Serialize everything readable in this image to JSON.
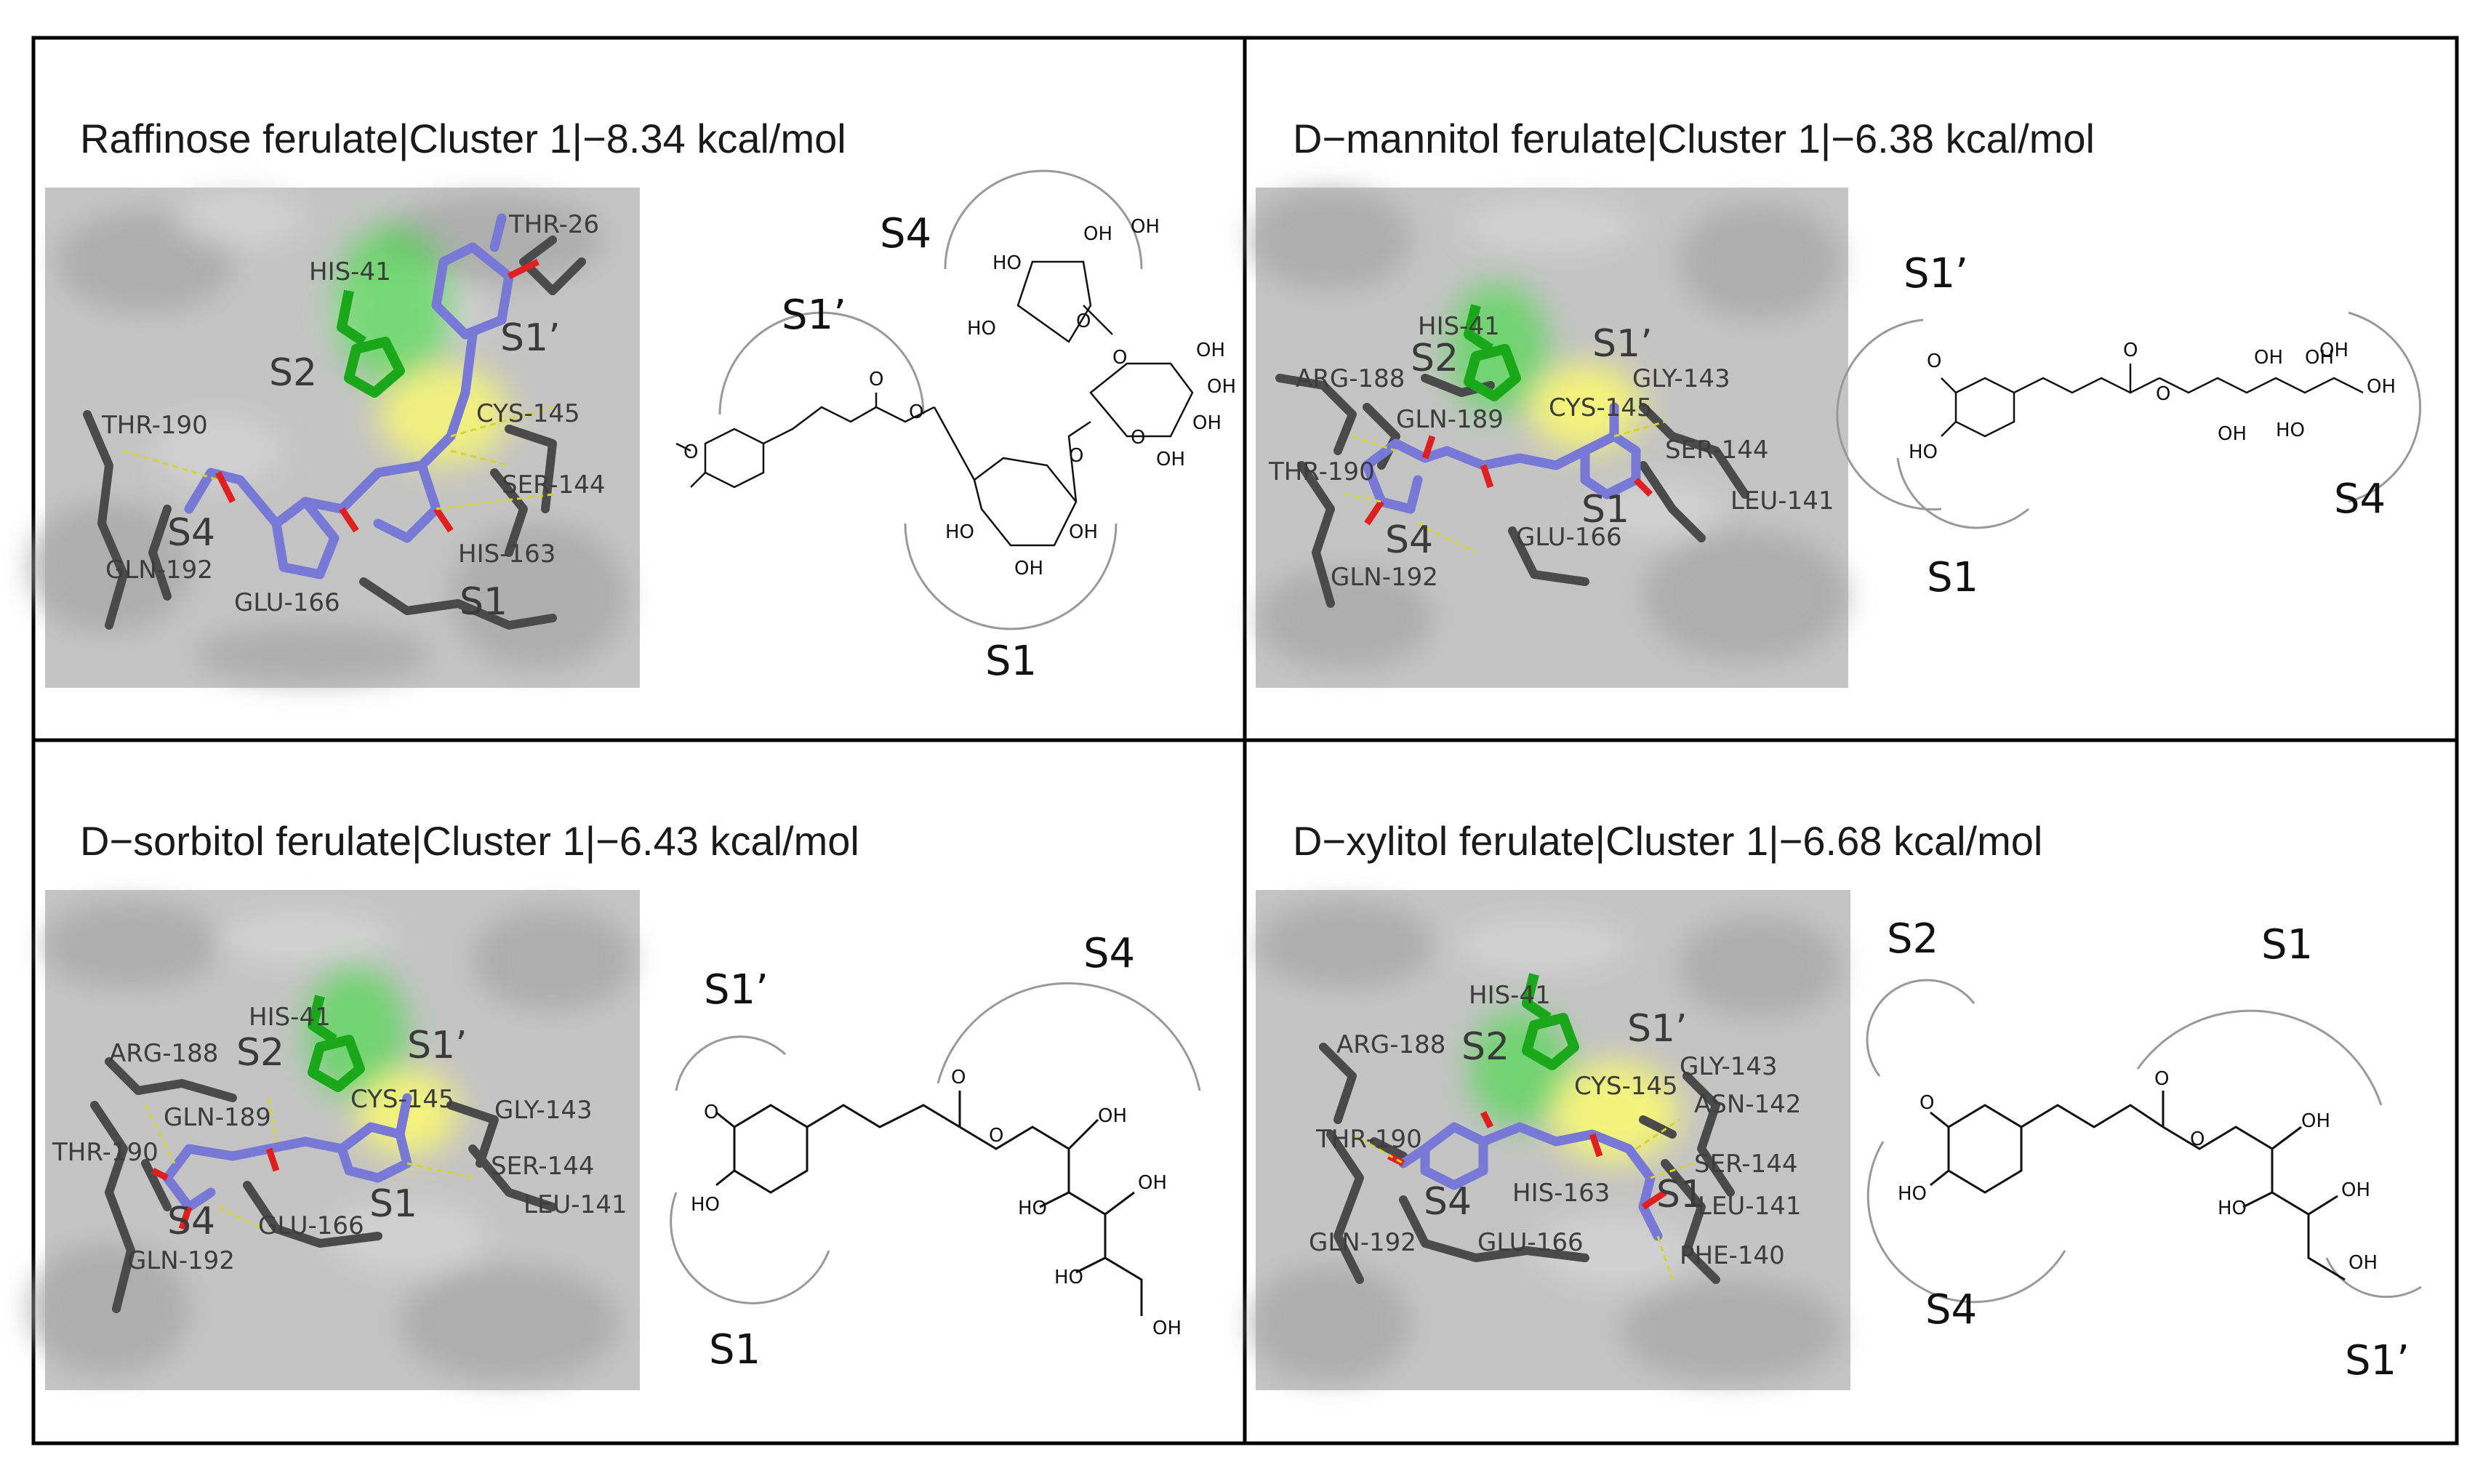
{
  "colors": {
    "surface": "#b9b9b9",
    "surface_dark": "#9d9d9d",
    "ligand": "#7878d6",
    "his41": "#1aa81a",
    "cys145_glow": "#ffff6a",
    "residue": "#4a4a4a",
    "oxygen": "#e02020",
    "border": "#000000"
  },
  "panels": [
    {
      "title": "Raffinose ferulate|Cluster 1|−8.34 kcal/mol",
      "residues": [
        "THR-26",
        "HIS-41",
        "CYS-145",
        "THR-190",
        "SER-144",
        "HIS-163",
        "GLN-192",
        "GLU-166"
      ],
      "sites_3d": [
        "S2",
        "S1’",
        "S4",
        "S1"
      ],
      "sites_2d": [
        "S4",
        "S1’",
        "S1"
      ],
      "atoms": [
        "O",
        "OH",
        "OH",
        "HO",
        "O",
        "OH",
        "OH",
        "O",
        "O",
        "HO",
        "OH",
        "OH",
        "O",
        "OH",
        "OH",
        "HO",
        "O",
        "O"
      ]
    },
    {
      "title": "D−mannitol ferulate|Cluster 1|−6.38 kcal/mol",
      "residues": [
        "HIS-41",
        "ARG-188",
        "GLN-189",
        "THR-190",
        "GLY-143",
        "CYS-145",
        "SER-144",
        "LEU-141",
        "GLU-166",
        "GLN-192"
      ],
      "sites_3d": [
        "S2",
        "S1’",
        "S4",
        "S1"
      ],
      "sites_2d": [
        "S1’",
        "S1",
        "S4"
      ],
      "atoms": [
        "O",
        "HO",
        "O",
        "O",
        "OH",
        "OH",
        "OH",
        "OH",
        "HO",
        "OH"
      ]
    },
    {
      "title": "D−sorbitol ferulate|Cluster 1|−6.43 kcal/mol",
      "residues": [
        "HIS-41",
        "ARG-188",
        "GLN-189",
        "THR-190",
        "CYS-145",
        "GLY-143",
        "SER-144",
        "LEU-141",
        "GLU-166",
        "GLN-192"
      ],
      "sites_3d": [
        "S2",
        "S1’",
        "S4",
        "S1"
      ],
      "sites_2d": [
        "S1’",
        "S4",
        "S1"
      ],
      "atoms": [
        "O",
        "HO",
        "O",
        "O",
        "OH",
        "OH",
        "HO",
        "HO",
        "OH"
      ]
    },
    {
      "title": "D−xylitol ferulate|Cluster 1|−6.68 kcal/mol",
      "residues": [
        "HIS-41",
        "ARG-188",
        "GLY-143",
        "CYS-145",
        "ASN-142",
        "THR-190",
        "SER-144",
        "HIS-163",
        "LEU-141",
        "GLN-192",
        "GLU-166",
        "PHE-140"
      ],
      "sites_3d": [
        "S2",
        "S1’",
        "S4",
        "S1"
      ],
      "sites_2d": [
        "S2",
        "S1",
        "S4",
        "S1’"
      ],
      "atoms": [
        "O",
        "HO",
        "O",
        "O",
        "OH",
        "HO",
        "OH",
        "OH"
      ]
    }
  ]
}
